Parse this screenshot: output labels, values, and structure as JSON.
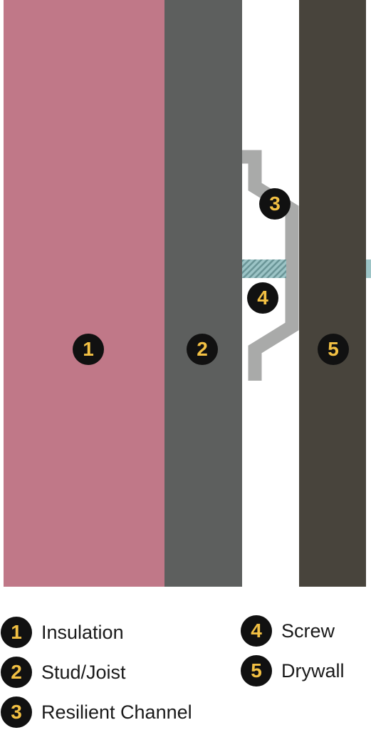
{
  "colors": {
    "insulation": "#c07888",
    "stud": "#5d5f5e",
    "drywall": "#48443c",
    "channel": "#a9aaa9",
    "screw": "#9cc4c6",
    "marker_bg": "#111111",
    "marker_text": "#f2c043"
  },
  "markers": {
    "insulation": "1",
    "stud": "2",
    "channel": "3",
    "screw": "4",
    "drywall": "5"
  },
  "legend": [
    {
      "number": "1",
      "label": "Insulation"
    },
    {
      "number": "2",
      "label": "Stud/Joist"
    },
    {
      "number": "3",
      "label": "Resilient Channel"
    },
    {
      "number": "4",
      "label": "Screw"
    },
    {
      "number": "5",
      "label": "Drywall"
    }
  ]
}
